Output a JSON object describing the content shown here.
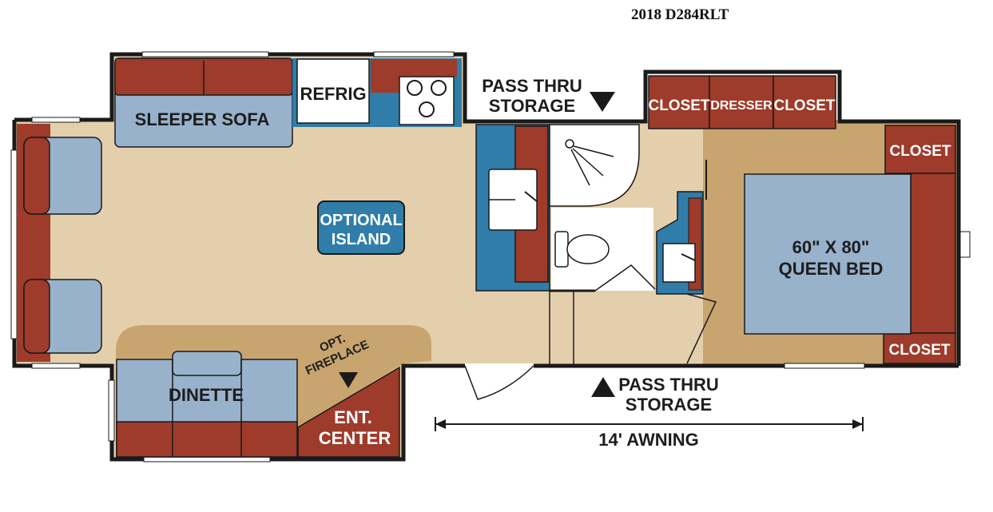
{
  "title": "2018 D284RLT",
  "labels": {
    "sleeper_sofa": "SLEEPER SOFA",
    "refrig": "REFRIG",
    "pass_thru_top_1": "PASS THRU",
    "pass_thru_top_2": "STORAGE",
    "closet": "CLOSET",
    "dresser": "DRESSER",
    "island_1": "OPTIONAL",
    "island_2": "ISLAND",
    "bed_1": "60\" X 80\"",
    "bed_2": "QUEEN BED",
    "fireplace_1": "OPT.",
    "fireplace_2": "FIREPLACE",
    "dinette": "DINETTE",
    "ent_1": "ENT.",
    "ent_2": "CENTER",
    "pass_thru_bottom_1": "PASS THRU",
    "pass_thru_bottom_2": "STORAGE",
    "awning": "14' AWNING"
  },
  "colors": {
    "wall": "#1a1a1a",
    "floor": "#e4cfad",
    "carpet": "#c8a46f",
    "cabinet": "#9e3b2a",
    "cushion": "#98b2cc",
    "counter": "#2f7da8",
    "white": "#ffffff"
  }
}
